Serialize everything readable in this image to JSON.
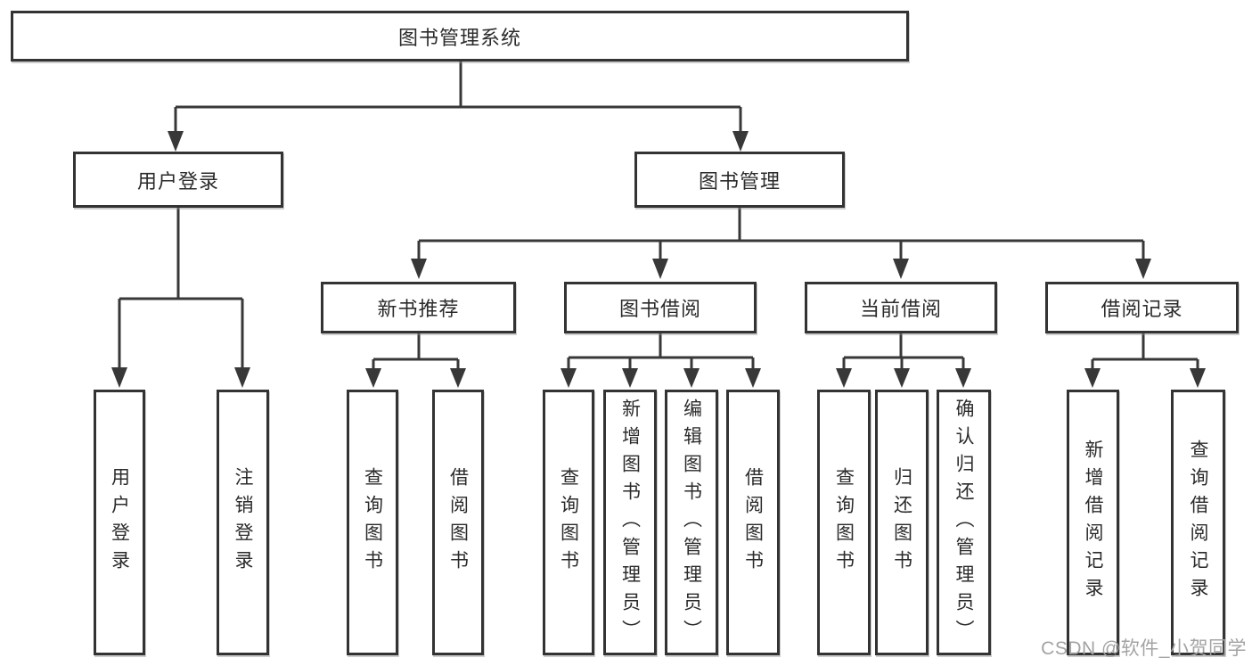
{
  "tree": {
    "root": {
      "label": "图书管理系统"
    },
    "user_branch": {
      "label": "用户登录",
      "leaves": [
        {
          "label": "用户登录"
        },
        {
          "label": "注销登录"
        }
      ]
    },
    "book_branch": {
      "label": "图书管理",
      "modules": [
        {
          "label": "新书推荐",
          "leaves": [
            {
              "label": "查询图书"
            },
            {
              "label": "借阅图书"
            }
          ]
        },
        {
          "label": "图书借阅",
          "leaves": [
            {
              "label": "查询图书"
            },
            {
              "label": "新增图书（管理员）"
            },
            {
              "label": "编辑图书（管理员）"
            },
            {
              "label": "借阅图书"
            }
          ]
        },
        {
          "label": "当前借阅",
          "leaves": [
            {
              "label": "查询图书"
            },
            {
              "label": "归还图书"
            },
            {
              "label": "确认归还（管理员）"
            }
          ]
        },
        {
          "label": "借阅记录",
          "leaves": [
            {
              "label": "新增借阅记录"
            },
            {
              "label": "查询借阅记录"
            }
          ]
        }
      ]
    }
  },
  "watermark": {
    "text": "CSDN @软件_小贺同学"
  },
  "colors": {
    "line": "#383838",
    "box_border": "#333333",
    "text": "#2b2b2b",
    "watermark": "#a3a3a3",
    "background": "#ffffff"
  }
}
